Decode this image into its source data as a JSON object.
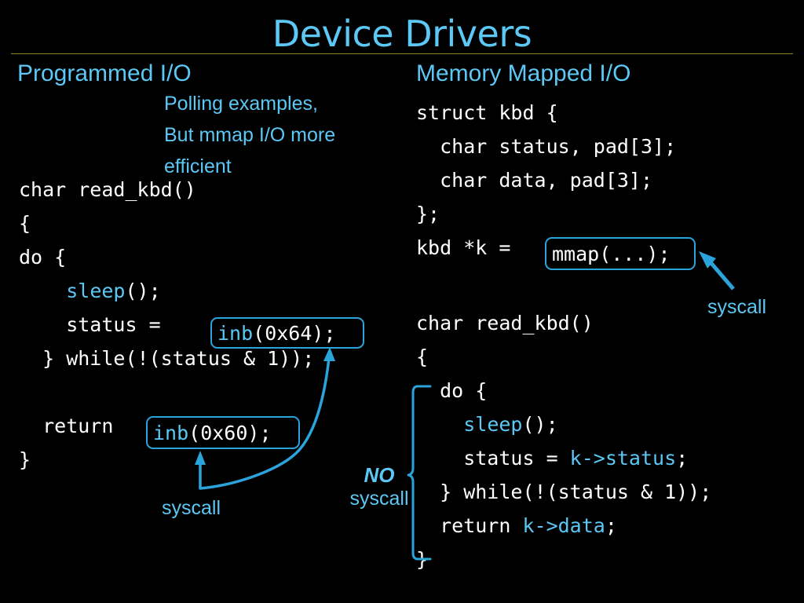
{
  "slide": {
    "title": "Device Drivers",
    "background_color": "#000000",
    "accent_color": "#5BC8F5",
    "rule_color": "#8a8a2e",
    "box_border_color": "#2BA4DB",
    "text_color": "#ffffff"
  },
  "left_column": {
    "heading": "Programmed I/O",
    "annotation": [
      "Polling examples,",
      "But mmap I/O more",
      "efficient"
    ],
    "code_lines": [
      "char read_kbd()",
      "{",
      "do {",
      "    sleep();",
      "    status = ",
      "  } while(!(status & 1));",
      "",
      "  return ",
      "}"
    ],
    "highlight_tokens": [
      "sleep"
    ],
    "boxed_calls": [
      {
        "name": "inb-0x64-box",
        "fn": "inb",
        "args": "(0x64);"
      },
      {
        "name": "inb-0x60-box",
        "fn": "inb",
        "args": "(0x60);"
      }
    ],
    "callout": "syscall"
  },
  "right_column": {
    "heading": "Memory Mapped I/O",
    "struct_lines": [
      "struct kbd {",
      "  char status, pad[3];",
      "  char data, pad[3];",
      "};",
      "kbd *k = "
    ],
    "boxed_call": {
      "fn": "mmap",
      "args": "(...);",
      "full": "mmap(...);"
    },
    "callout": "syscall",
    "code_lines": [
      "char read_kbd()",
      "{",
      "  do {",
      "    sleep();",
      "    status = k->status;",
      "  } while(!(status & 1));",
      "  return k->data;",
      "}"
    ],
    "highlight_tokens": [
      "sleep",
      "k->status",
      "k->data"
    ],
    "bracket_callout": {
      "emphasis": "NO",
      "text": "syscall"
    }
  }
}
